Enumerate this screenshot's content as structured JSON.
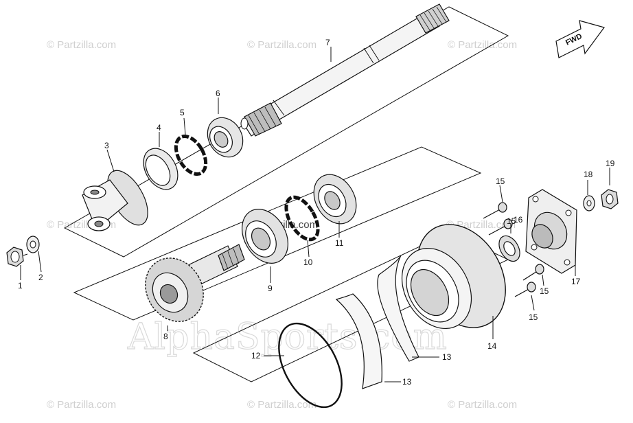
{
  "diagram": {
    "watermarks": {
      "partzilla": "© Partzilla.com",
      "big": "AlphaSports.com"
    },
    "direction_marker": "FWD",
    "callouts": [
      "1",
      "2",
      "3",
      "4",
      "5",
      "6",
      "7",
      "8",
      "9",
      "10",
      "11",
      "12",
      "13",
      "14",
      "15",
      "16",
      "17",
      "18",
      "19"
    ]
  }
}
